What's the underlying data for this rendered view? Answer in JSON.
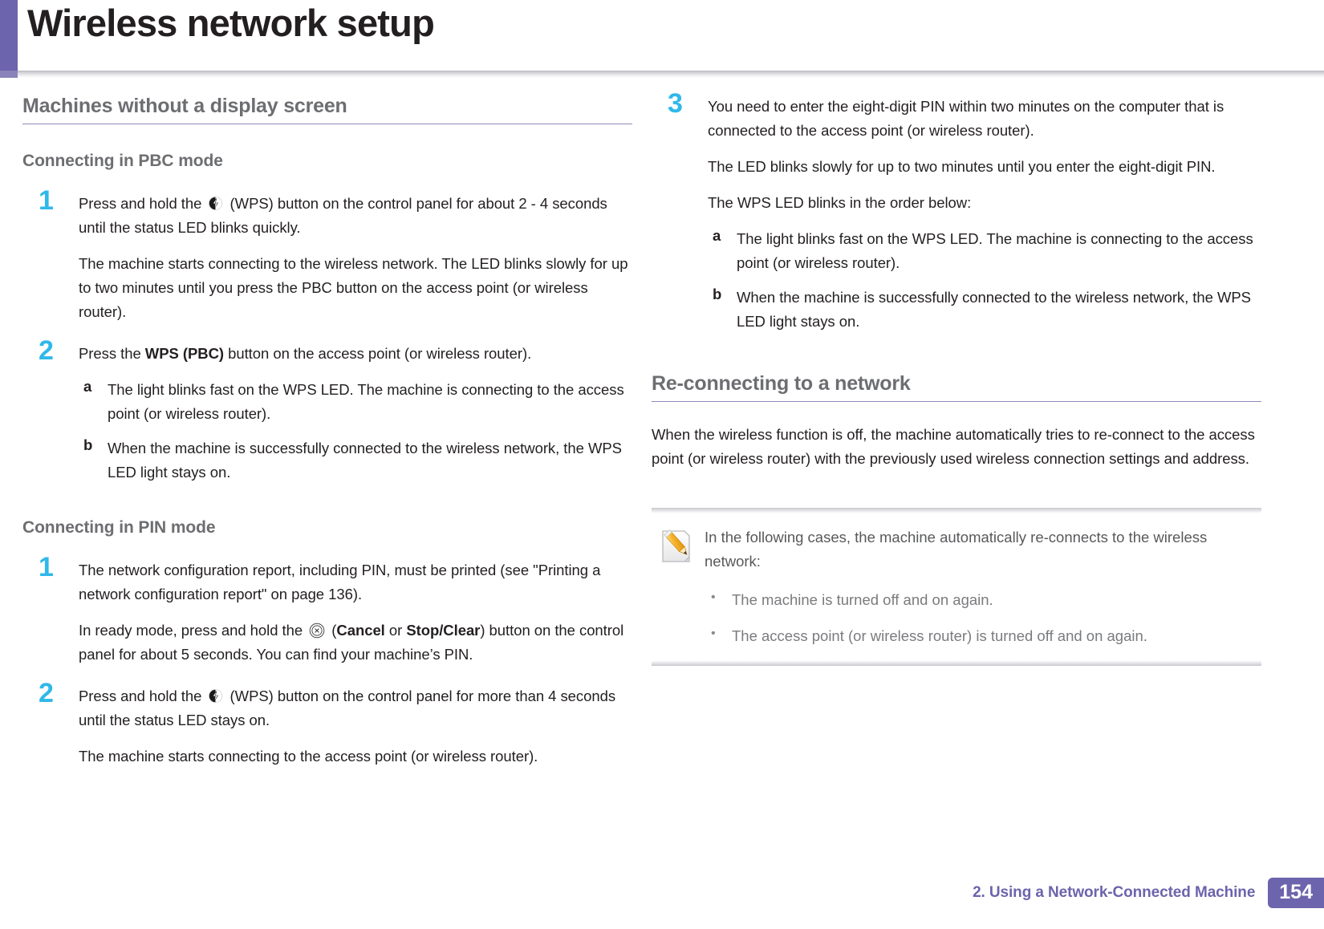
{
  "header": {
    "title": "Wireless network setup",
    "accent_color": "#6C64AC"
  },
  "left_column": {
    "section_heading": "Machines without a display screen",
    "pbc": {
      "heading": "Connecting in PBC mode",
      "steps": [
        {
          "number": "1",
          "paragraphs": [
            {
              "parts": [
                {
                  "t": "text",
                  "v": "Press and hold the "
                },
                {
                  "t": "icon",
                  "v": "wps-icon"
                },
                {
                  "t": "text",
                  "v": " (WPS) button on the control panel for about 2 - 4 seconds until the status LED blinks quickly."
                }
              ]
            },
            {
              "parts": [
                {
                  "t": "text",
                  "v": "The machine starts connecting to the wireless network. The LED blinks slowly for up to two minutes until you press the PBC button on the access point (or wireless router)."
                }
              ]
            }
          ],
          "substeps": []
        },
        {
          "number": "2",
          "paragraphs": [
            {
              "parts": [
                {
                  "t": "text",
                  "v": "Press the "
                },
                {
                  "t": "bold",
                  "v": "WPS (PBC)"
                },
                {
                  "t": "text",
                  "v": " button on the access point (or wireless router)."
                }
              ]
            }
          ],
          "substeps": [
            {
              "letter": "a",
              "text": "The light blinks fast on the WPS LED. The machine is connecting to the access point (or wireless router)."
            },
            {
              "letter": "b",
              "text": "When the machine is successfully connected to the wireless network, the WPS LED light stays on."
            }
          ]
        }
      ]
    },
    "pin": {
      "heading": "Connecting in PIN mode",
      "steps": [
        {
          "number": "1",
          "paragraphs": [
            {
              "parts": [
                {
                  "t": "text",
                  "v": "The network configuration report, including PIN, must be printed (see \"Printing a network configuration report\" on page 136)."
                }
              ]
            },
            {
              "parts": [
                {
                  "t": "text",
                  "v": "In ready mode, press and hold the "
                },
                {
                  "t": "icon",
                  "v": "cancel-icon"
                },
                {
                  "t": "text",
                  "v": " ("
                },
                {
                  "t": "bold",
                  "v": "Cancel"
                },
                {
                  "t": "text",
                  "v": " or "
                },
                {
                  "t": "bold",
                  "v": "Stop/Clear"
                },
                {
                  "t": "text",
                  "v": ") button on the control panel for about 5 seconds. You can find your machine’s PIN."
                }
              ]
            }
          ],
          "substeps": []
        },
        {
          "number": "2",
          "paragraphs": [
            {
              "parts": [
                {
                  "t": "text",
                  "v": "Press and hold the "
                },
                {
                  "t": "icon",
                  "v": "wps-icon"
                },
                {
                  "t": "text",
                  "v": " (WPS) button on the control panel for more than 4 seconds until the status LED stays on."
                }
              ]
            },
            {
              "parts": [
                {
                  "t": "text",
                  "v": "The machine starts connecting to the access point (or wireless router)."
                }
              ]
            }
          ],
          "substeps": []
        }
      ]
    }
  },
  "right_column": {
    "pin_continued": {
      "steps": [
        {
          "number": "3",
          "paragraphs": [
            {
              "parts": [
                {
                  "t": "text",
                  "v": "You need to enter the eight-digit PIN within two minutes on the computer that is connected to the access point (or wireless router)."
                }
              ]
            },
            {
              "parts": [
                {
                  "t": "text",
                  "v": "The LED blinks slowly for up to two minutes until you enter the eight-digit PIN."
                }
              ]
            },
            {
              "parts": [
                {
                  "t": "text",
                  "v": "The WPS LED blinks in the order below:"
                }
              ]
            }
          ],
          "substeps": [
            {
              "letter": "a",
              "text": "The light blinks fast on the WPS LED. The machine is connecting to the access point (or wireless router)."
            },
            {
              "letter": "b",
              "text": "When the machine is successfully connected to the wireless network, the WPS LED light stays on."
            }
          ]
        }
      ]
    },
    "reconnect": {
      "heading": "Re-connecting to a network",
      "body": "When the wireless function is off, the machine automatically tries to re-connect to the access point (or wireless router) with the previously used wireless connection settings and address."
    },
    "note": {
      "icon": "note-pencil-icon",
      "intro": "In the following cases, the machine automatically re-connects to the wireless network:",
      "items": [
        "The machine is turned off and on again.",
        "The access point (or wireless router) is turned off and on again."
      ]
    }
  },
  "footer": {
    "chapter": "2.  Using a Network-Connected Machine",
    "page_number": "154",
    "color": "#6C64AC"
  }
}
